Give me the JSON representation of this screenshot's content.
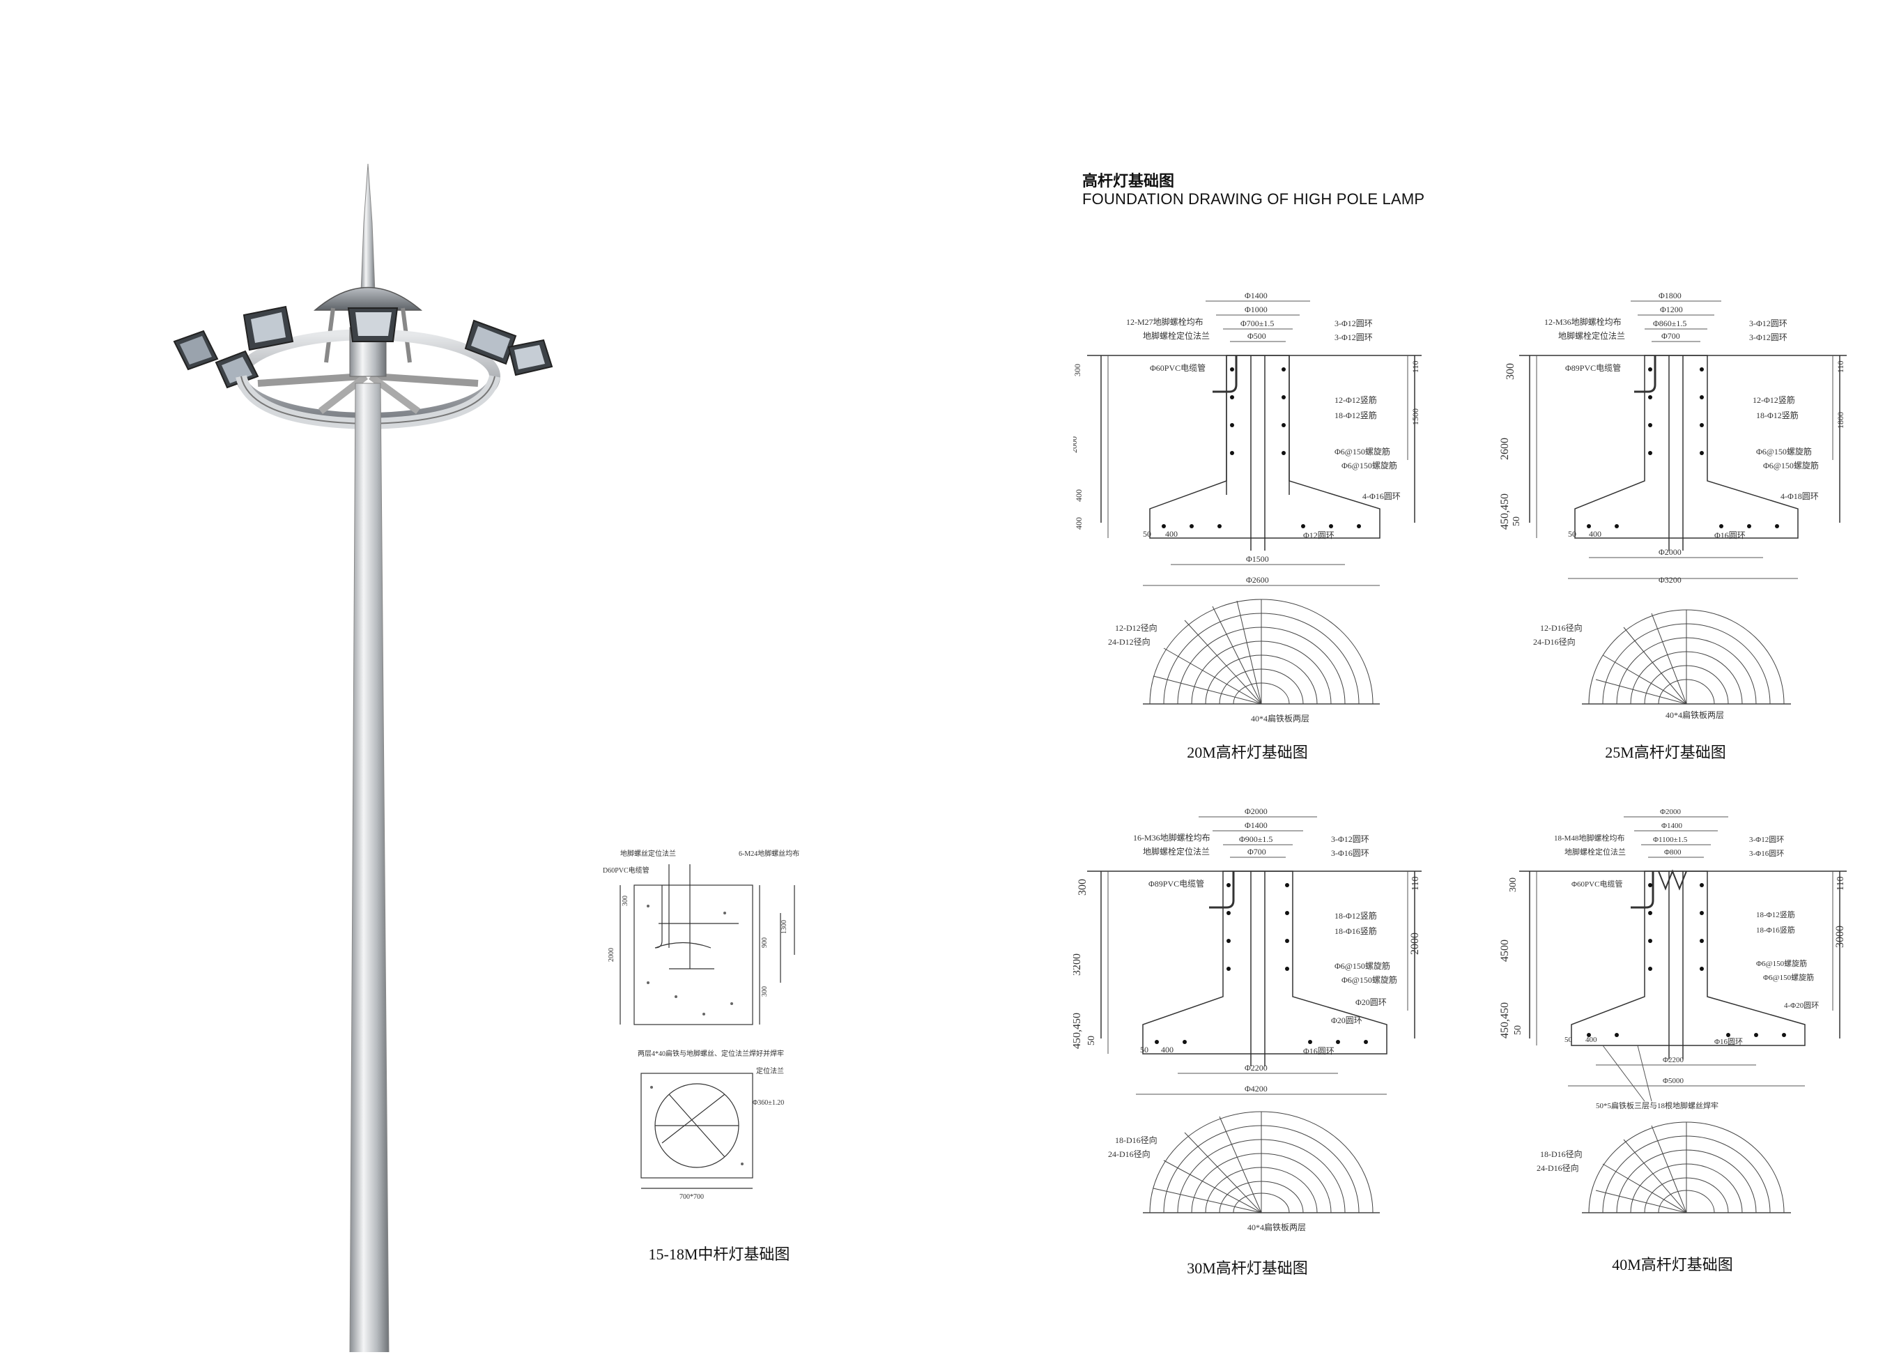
{
  "header": {
    "title_cn": "高杆灯基础图",
    "title_en": "FOUNDATION DRAWING OF HIGH POLE LAMP"
  },
  "captions": {
    "m20": "20M高杆灯基础图",
    "m25": "25M高杆灯基础图",
    "m30": "30M高杆灯基础图",
    "m40": "40M高杆灯基础图",
    "m15": "15-18M中杆灯基础图"
  },
  "drawings": {
    "m20": {
      "top": [
        "Φ1400",
        "Φ1000",
        "Φ700±1.5",
        "Φ500"
      ],
      "left": [
        "12-M27地脚螺栓均布",
        "地脚螺栓定位法兰",
        "Φ60PVC电缆管"
      ],
      "right": [
        "3-Φ12圆环",
        "3-Φ12圆环",
        "12-Φ12竖筋",
        "18-Φ12竖筋",
        "Φ6@150螺旋筋",
        "Φ6@150螺旋筋",
        "4-Φ16圆环",
        "Φ12圆环"
      ],
      "dims": [
        "300",
        "2000",
        "400",
        "400",
        "50",
        "400",
        "110",
        "1500"
      ],
      "bottom": [
        "Φ1500",
        "Φ2600"
      ],
      "plan": [
        "12-D12径向",
        "24-D12径向",
        "40*4扁铁板两层"
      ]
    },
    "m25": {
      "top": [
        "Φ1800",
        "Φ1200",
        "Φ860±1.5",
        "Φ700"
      ],
      "left": [
        "12-M36地脚螺栓均布",
        "地脚螺栓定位法兰",
        "Φ89PVC电缆管"
      ],
      "right": [
        "3-Φ12圆环",
        "3-Φ12圆环",
        "12-Φ12竖筋",
        "18-Φ12竖筋",
        "Φ6@150螺旋筋",
        "Φ6@150螺旋筋",
        "4-Φ18圆环",
        "Φ16圆环"
      ],
      "dims": [
        "300",
        "2600",
        "450,450",
        "50",
        "50",
        "400",
        "110",
        "1800"
      ],
      "bottom": [
        "Φ2000",
        "Φ3200"
      ],
      "plan": [
        "12-D16径向",
        "24-D16径向",
        "40*4扁铁板两层"
      ]
    },
    "m30": {
      "top": [
        "Φ2000",
        "Φ1400",
        "Φ900±1.5",
        "Φ700"
      ],
      "left": [
        "16-M36地脚螺栓均布",
        "地脚螺栓定位法兰",
        "Φ89PVC电缆管"
      ],
      "right": [
        "3-Φ12圆环",
        "3-Φ16圆环",
        "18-Φ12竖筋",
        "18-Φ16竖筋",
        "Φ6@150螺旋筋",
        "Φ6@150螺旋筋",
        "Φ20圆环",
        "Φ20圆环",
        "Φ16圆环"
      ],
      "dims": [
        "300",
        "3200",
        "450,450",
        "50",
        "50",
        "400",
        "110",
        "2000"
      ],
      "bottom": [
        "Φ2200",
        "Φ4200"
      ],
      "plan": [
        "18-D16径向",
        "24-D16径向",
        "40*4扁铁板两层"
      ]
    },
    "m40": {
      "top": [
        "Φ2000",
        "Φ1400",
        "Φ1100±1.5",
        "Φ800"
      ],
      "left": [
        "18-M48地脚螺栓均布",
        "地脚螺栓定位法兰",
        "Φ60PVC电缆管"
      ],
      "right": [
        "3-Φ12圆环",
        "3-Φ16圆环",
        "18-Φ12竖筋",
        "18-Φ16竖筋",
        "Φ6@150螺旋筋",
        "Φ6@150螺旋筋",
        "4-Φ20圆环",
        "Φ16圆环"
      ],
      "dims": [
        "300",
        "4500",
        "450,450",
        "50",
        "50",
        "400",
        "110",
        "3000"
      ],
      "bottom": [
        "Φ2200",
        "Φ5000"
      ],
      "note": "50*5扁铁板三层与18根地脚螺丝焊牢",
      "plan": [
        "18-D16径向",
        "24-D16径向"
      ]
    },
    "m15": {
      "top": [
        "地脚螺丝定位法兰",
        "6-M24地脚螺丝均布",
        "D60PVC电缆管"
      ],
      "dims": [
        "300",
        "2000",
        "900",
        "1300",
        "300"
      ],
      "note": "两层4*40扁铁与地脚螺丝、定位法兰焊好并焊牢",
      "plan": [
        "定位法兰",
        "Φ360±1.20",
        "700*700"
      ]
    }
  }
}
